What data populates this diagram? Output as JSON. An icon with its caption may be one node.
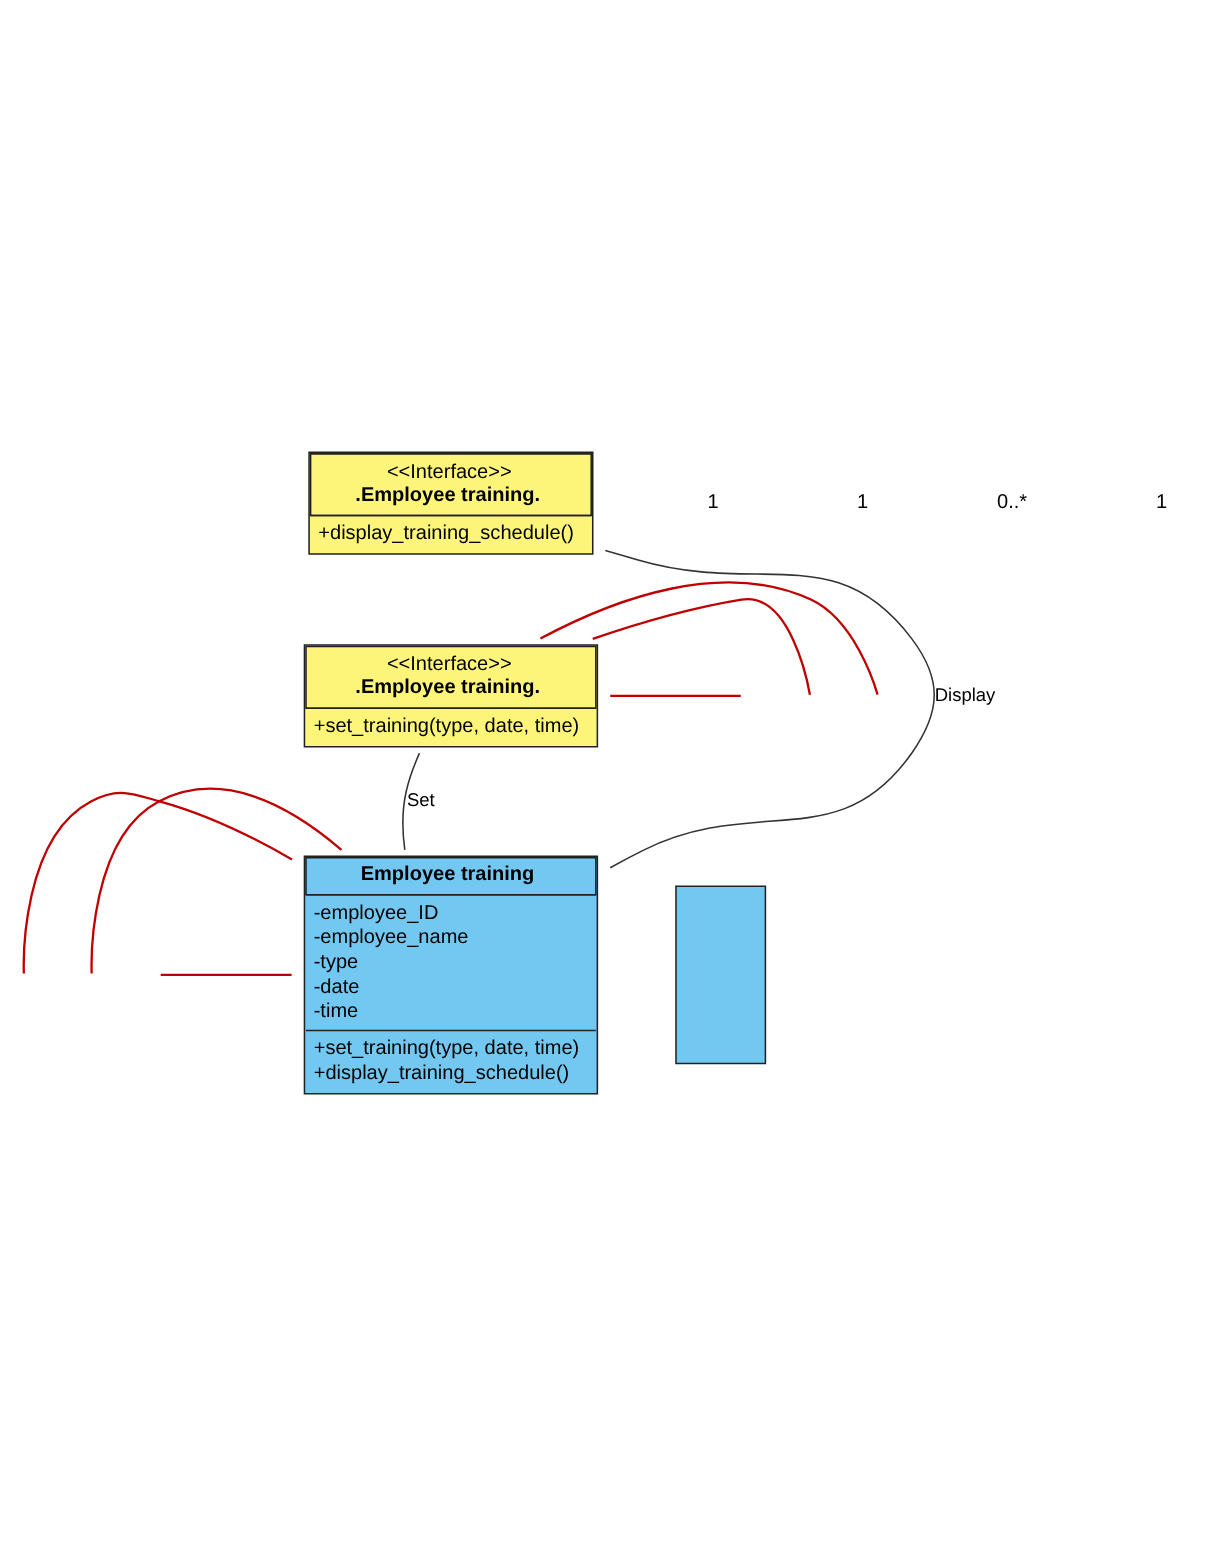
{
  "diagram": {
    "nodes": [
      {
        "text": [
          "<<Interface>>",
          ".Employee training.",
          "+display_training_schedule()"
        ]
      },
      {
        "text": [
          "<<Interface>>",
          ".Employee training.",
          "+set_training(type, date, time)"
        ]
      },
      {
        "text": [
          "Employee training",
          "-employee_ID",
          "-employee_name",
          "-type",
          "-date",
          "-time",
          "+set_training(type, date, time)",
          "+display_training_schedule()"
        ]
      },
      {
        "text": [],
        "shape": "box"
      }
    ],
    "edges": [
      {
        "from": 0,
        "to": 2,
        "arrow": "none",
        "label": "Display",
        "color": "#333333"
      },
      {
        "from": 1,
        "to": 2,
        "arrow": "none",
        "label": "Set",
        "color": "#333333"
      },
      {
        "from": null,
        "to": 1,
        "arrow": "none",
        "color": "#c00000"
      },
      {
        "from": null,
        "to": 1,
        "arrow": "none",
        "color": "#c00000"
      },
      {
        "from": null,
        "to": 1,
        "arrow": "none",
        "color": "#c00000"
      },
      {
        "from": null,
        "to": 2,
        "arrow": "none",
        "color": "#c00000"
      },
      {
        "from": null,
        "to": 2,
        "arrow": "none",
        "color": "#c00000"
      },
      {
        "from": null,
        "to": 2,
        "arrow": "none",
        "color": "#c00000"
      }
    ],
    "labels": [
      "1",
      "1",
      "0..*",
      "1"
    ]
  }
}
